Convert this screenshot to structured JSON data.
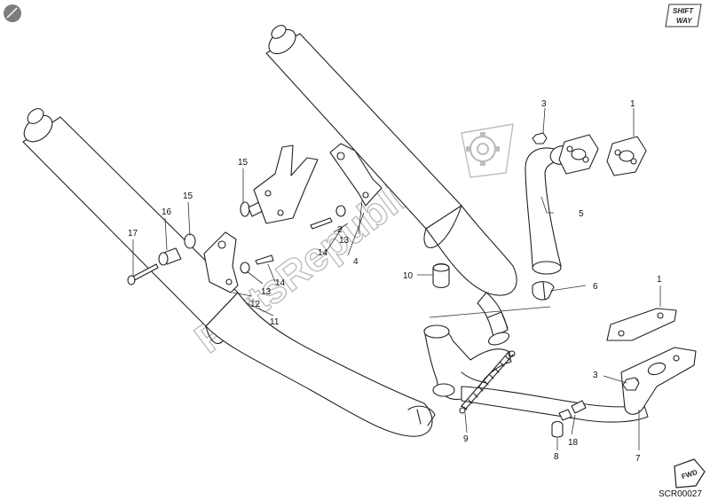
{
  "watermark": "PartsRepublik",
  "drawing_code": "SCR00027",
  "logo": {
    "line1": "SHIFT",
    "line2": "WAY"
  },
  "fwd_label": "FWD",
  "callouts": {
    "c1a": "1",
    "c1b": "1",
    "c2": "2",
    "c3a": "3",
    "c3b": "3",
    "c4": "4",
    "c5": "5",
    "c6": "6",
    "c7": "7",
    "c8": "8",
    "c9": "9",
    "c10": "10",
    "c11": "11",
    "c12": "12",
    "c13a": "13",
    "c13b": "13",
    "c14a": "14",
    "c14b": "14",
    "c15a": "15",
    "c15b": "15",
    "c16": "16",
    "c17": "17",
    "c18": "18"
  }
}
